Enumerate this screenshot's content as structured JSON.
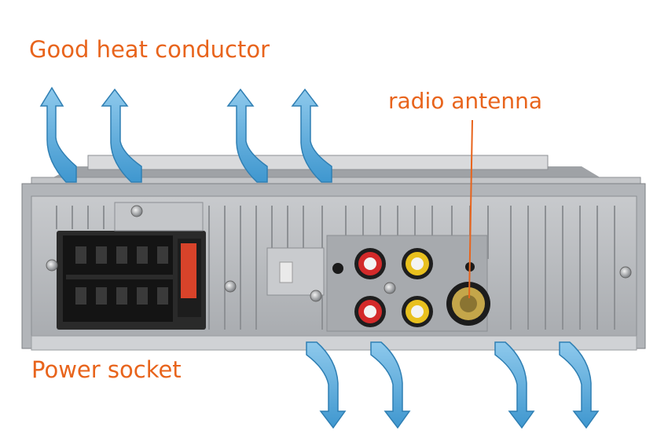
{
  "labels": {
    "heat": "Good heat conductor",
    "radio": "radio antenna",
    "power": "Power socket"
  },
  "colors": {
    "label": "#e8641c",
    "arrow": "#5aaede",
    "chassis": "#b9bbbe",
    "chassis_dark": "#8d9094",
    "connector": "#1c1c1c",
    "fuse": "#d8432a",
    "rca_red": "#d32a2a",
    "rca_yellow": "#e8c01e",
    "antenna_jack": "#c4a64a"
  },
  "objects": {
    "device": "car-radio-rear-panel",
    "heat_arrows_up": 4,
    "heat_arrows_down": 4
  }
}
